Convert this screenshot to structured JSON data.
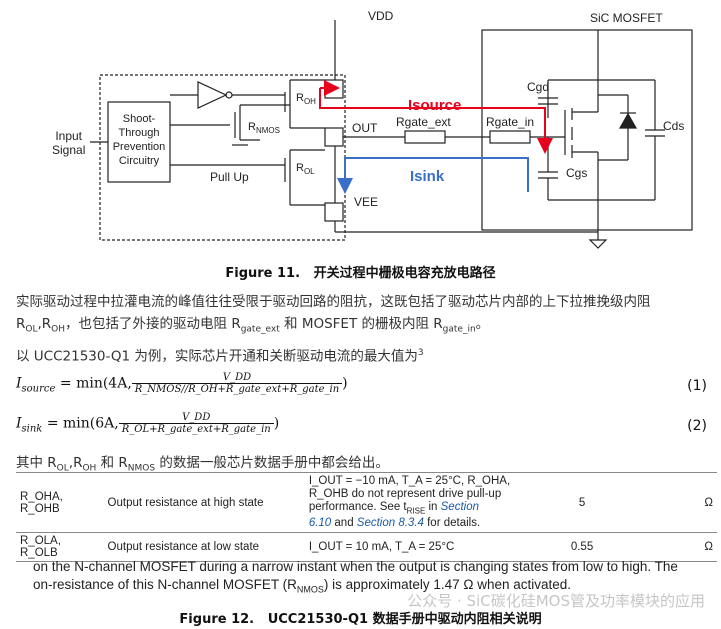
{
  "figure11": {
    "labels": {
      "vdd": "VDD",
      "sic_mosfet": "SiC MOSFET",
      "input_signal_1": "Input",
      "input_signal_2": "Signal",
      "shoot_1": "Shoot-",
      "shoot_2": "Through",
      "shoot_3": "Prevention",
      "shoot_4": "Circuitry",
      "roh": "R",
      "roh_sub": "OH",
      "rnmos": "R",
      "rnmos_sub": "NMOS",
      "pull_up": "Pull Up",
      "rol": "R",
      "rol_sub": "OL",
      "out": "OUT",
      "vee": "VEE",
      "rgate_ext": "Rgate_ext",
      "rgate_in": "Rgate_in",
      "isource": "Isource",
      "isink": "Isink",
      "cgd": "Cgd",
      "cgs": "Cgs",
      "cds": "Cds"
    },
    "caption_prefix": "Figure 11.",
    "caption_text": "开关过程中栅极电容充放电路径",
    "colors": {
      "isource": "#e8001c",
      "isink": "#3a6fc9"
    }
  },
  "body": {
    "para1_line1": "实际驱动过程中拉灌电流的峰值往往受限于驱动回路的阻抗，这既包括了驱动芯片内部的上下拉推挽级内阻",
    "para1_line2_a": "R",
    "para1_line2_b": "OL",
    "para1_line2_c": ",R",
    "para1_line2_d": "OH",
    "para1_line2_e": "，也包括了外接的驱动电阻 R",
    "para1_line2_f": "gate_ext",
    "para1_line2_g": " 和 MOSFET 的栅极内阻 R",
    "para1_line2_h": "gate_in",
    "para1_line2_i": "。",
    "para2": "以 UCC21530-Q1 为例，实际芯片开通和关断驱动电流的最大值为",
    "para2_sup": "3",
    "eq1_lhs": "I",
    "eq1_lhs_sub": "source",
    "eq1_mid": " = min(4A,",
    "eq1_num": "V_DD",
    "eq1_den": "R_NMOS//R_OH+R_gate_ext+R_gate_in",
    "eq1_close": ")",
    "eq1_number": "(1)",
    "eq2_lhs": "I",
    "eq2_lhs_sub": "sink",
    "eq2_mid": " = min(6A,",
    "eq2_num": "V_DD",
    "eq2_den": "R_OL+R_gate_ext+R_gate_in",
    "eq2_close": ")",
    "eq2_number": "(2)",
    "para3_a": "其中 R",
    "para3_b": "OL",
    "para3_c": ",R",
    "para3_d": "OH",
    "para3_e": " 和 R",
    "para3_f": "NMOS",
    "para3_g": " 的数据一般芯片数据手册中都会给出。"
  },
  "spec_table": {
    "rows": [
      {
        "param": "R_OHA, R_OHB",
        "desc": "Output resistance at high state",
        "cond_1": "I_OUT = −10 mA, T_A = 25°C, R_OHA,",
        "cond_2": "R_OHB do not represent drive pull-up",
        "cond_3a": "performance. See t",
        "cond_3b": "RISE",
        "cond_3c": " in ",
        "cond_3d": "Section",
        "cond_4a": "6.10",
        "cond_4b": " and ",
        "cond_4c": "Section 8.3.4",
        "cond_4d": " for details.",
        "typ": "5",
        "unit": "Ω"
      },
      {
        "param": "R_OLA, R_OLB",
        "desc": "Output resistance at low state",
        "cond": "I_OUT = 10 mA, T_A = 25°C",
        "typ": "0.55",
        "unit": "Ω"
      }
    ]
  },
  "excerpt": {
    "line1": "on the N-channel MOSFET during a narrow instant when the output is changing states from low to high. The",
    "line2_a": "on-resistance of this N-channel MOSFET (R",
    "line2_b": "NMOS",
    "line2_c": ") is approximately 1.47 Ω when activated."
  },
  "figure12": {
    "caption_prefix": "Figure 12.",
    "caption_text": "UCC21530-Q1 数据手册中驱动内阻相关说明"
  },
  "watermark": "公众号 · SiC碳化硅MOS管及功率模块的应用"
}
